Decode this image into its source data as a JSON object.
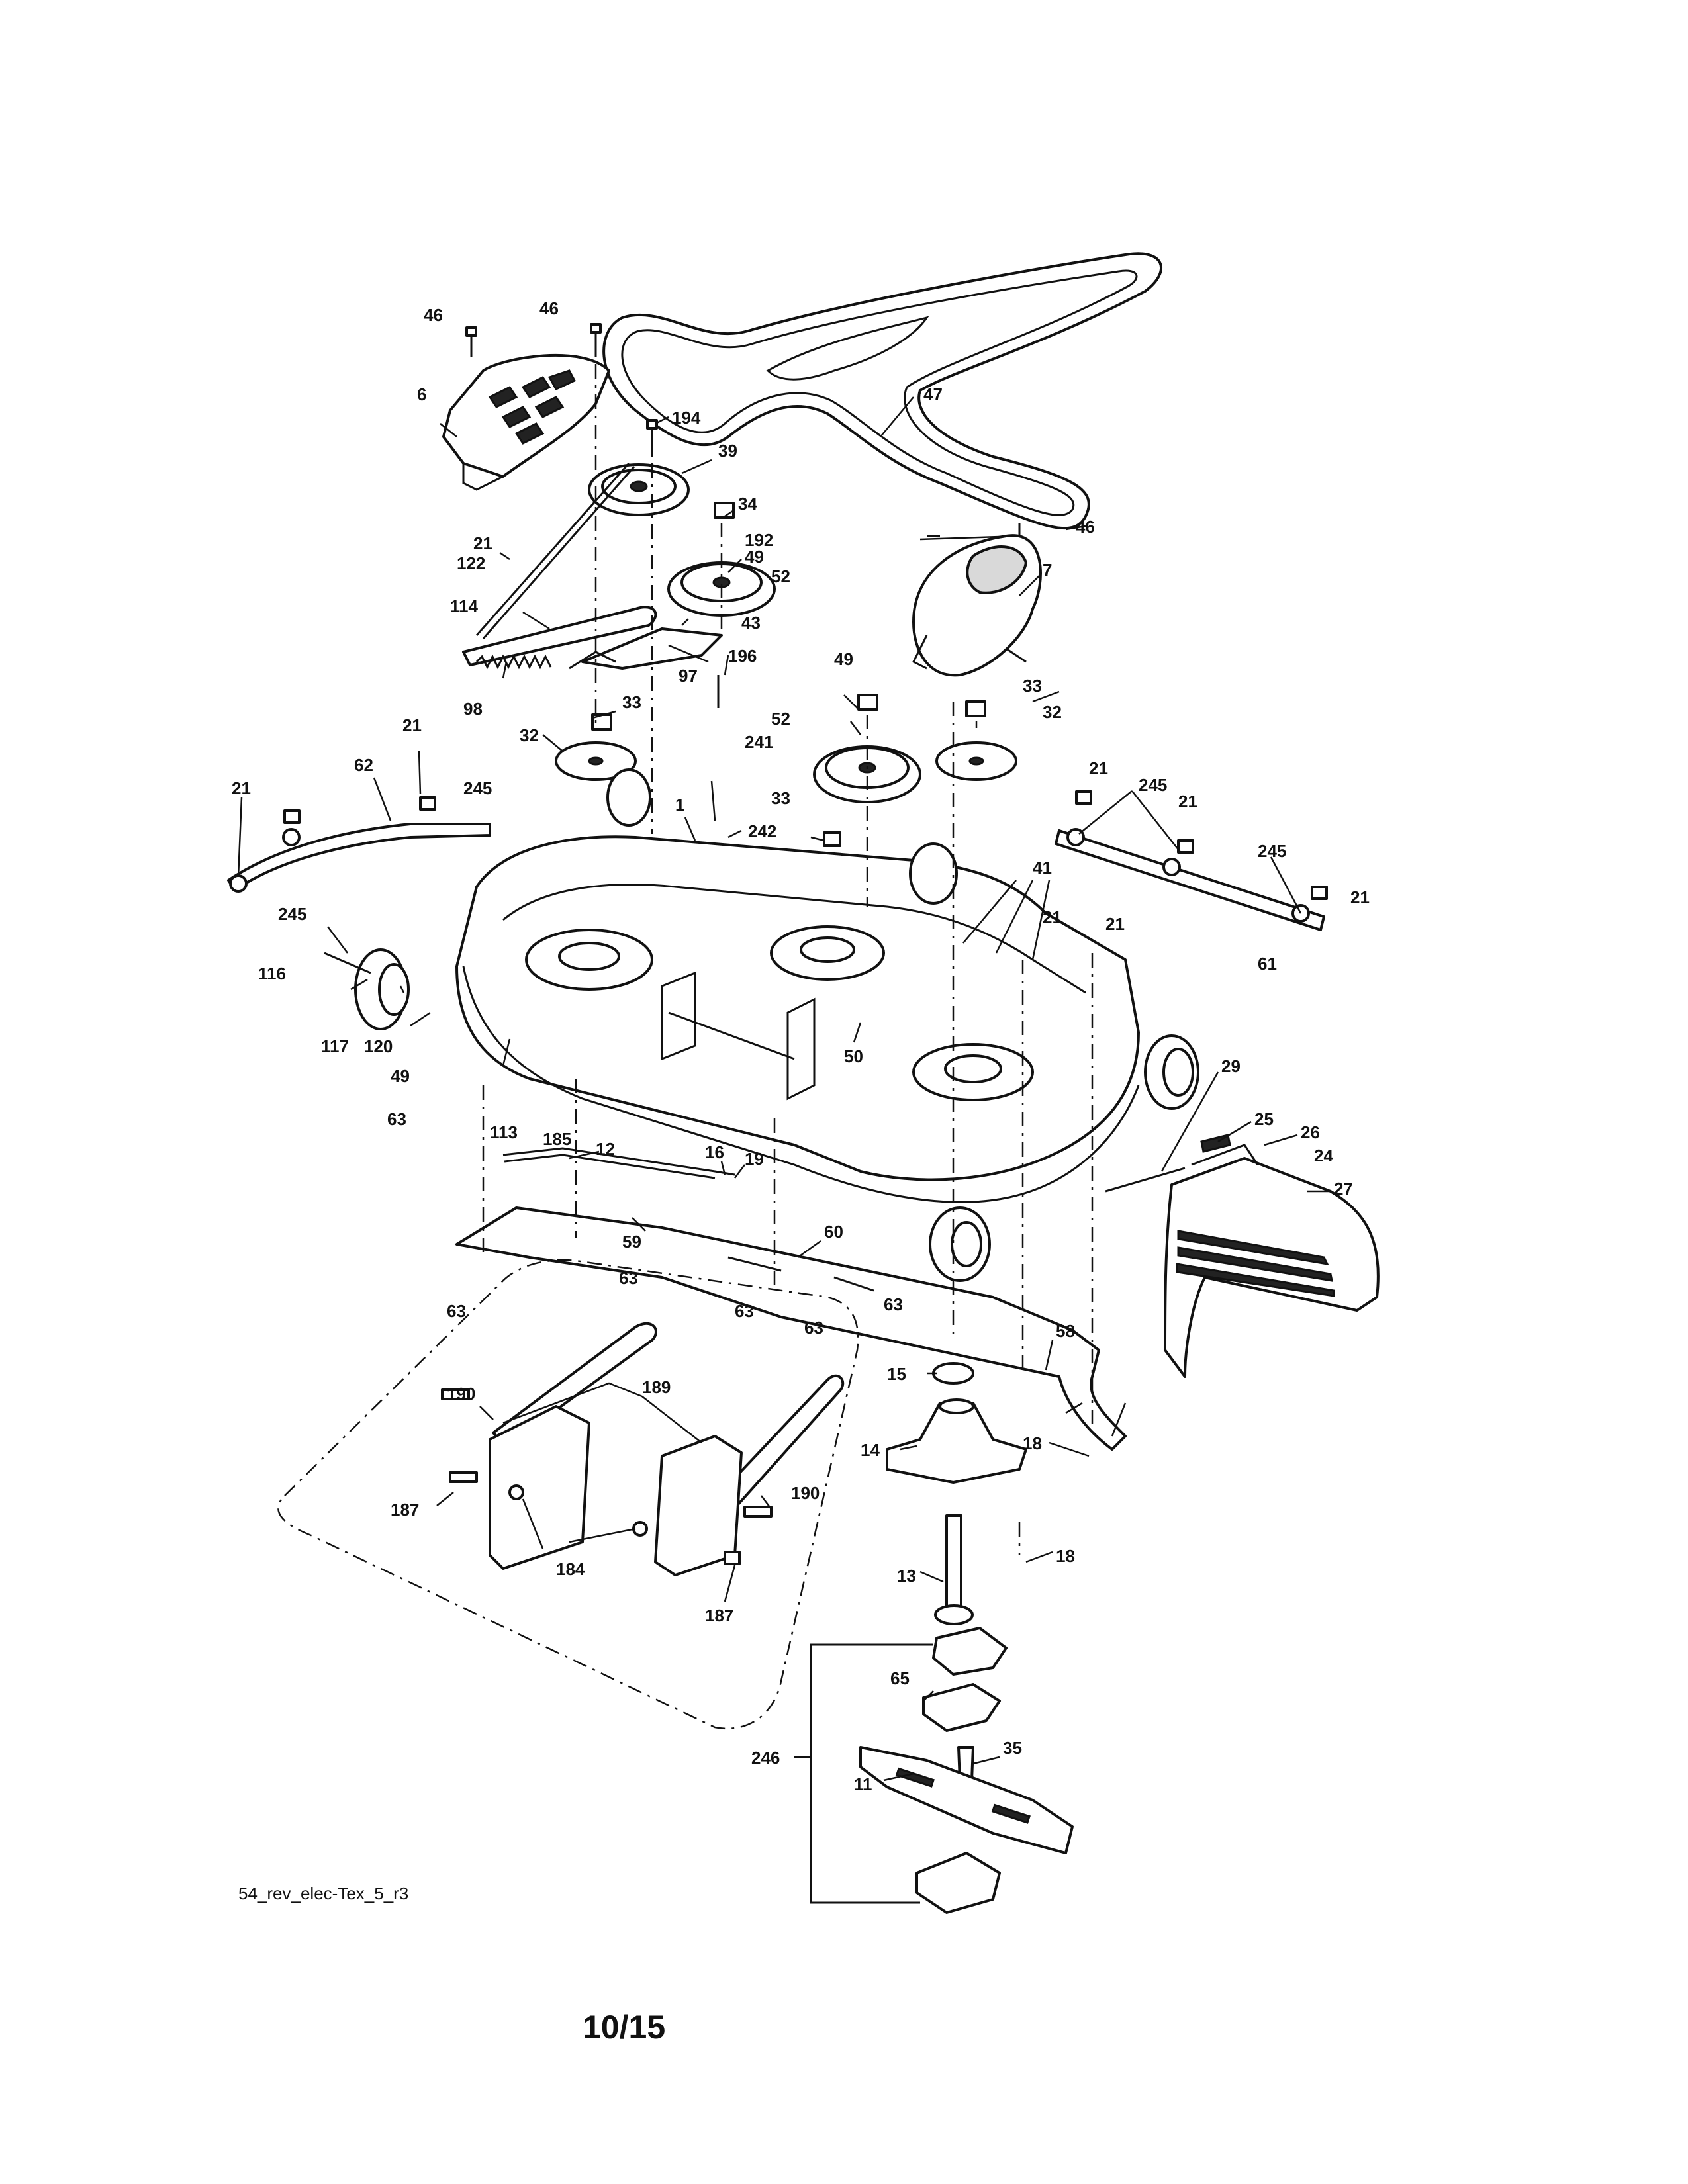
{
  "diagram": {
    "drawing_code": "54_rev_elec-Tex_5_r3",
    "page_number": "10/15",
    "callouts": {
      "c46a": "46",
      "c46b": "46",
      "c46c": "46",
      "c6": "6",
      "c7": "7",
      "c194": "194",
      "c39": "39",
      "c34": "34",
      "c192": "192",
      "c49a": "49",
      "c52a": "52",
      "c43": "43",
      "c196": "196",
      "c97": "97",
      "c47": "47",
      "c21a": "21",
      "c122": "122",
      "c114": "114",
      "c98": "98",
      "c33a": "33",
      "c32a": "32",
      "c49b": "49",
      "c52b": "52",
      "c33b": "33",
      "c32b": "32",
      "c21b": "21",
      "c62": "62",
      "c21c": "21",
      "c245a": "245",
      "c245b": "245",
      "c241": "241",
      "c1": "1",
      "c242": "242",
      "c33c": "33",
      "c21d": "21",
      "c245c": "245",
      "c21e": "21",
      "c245d": "245",
      "c21f": "21",
      "c61": "61",
      "c41": "41",
      "c21g": "21",
      "c21h": "21",
      "c116": "116",
      "c117": "117",
      "c120": "120",
      "c49c": "49",
      "c63a": "63",
      "c113": "113",
      "c185": "185",
      "c50": "50",
      "c29": "29",
      "c25": "25",
      "c26": "26",
      "c24": "24",
      "c12": "12",
      "c16": "16",
      "c19": "19",
      "c27": "27",
      "c59": "59",
      "c60": "60",
      "c63b": "63",
      "c63c": "63",
      "c63d": "63",
      "c63e": "63",
      "c63f": "63",
      "c58": "58",
      "c15": "15",
      "c190a": "190",
      "c189": "189",
      "c14": "14",
      "c18a": "18",
      "c187a": "187",
      "c190b": "190",
      "c184": "184",
      "c13": "13",
      "c18b": "18",
      "c187b": "187",
      "c65": "65",
      "c246": "246",
      "c35": "35",
      "c11": "11"
    }
  }
}
